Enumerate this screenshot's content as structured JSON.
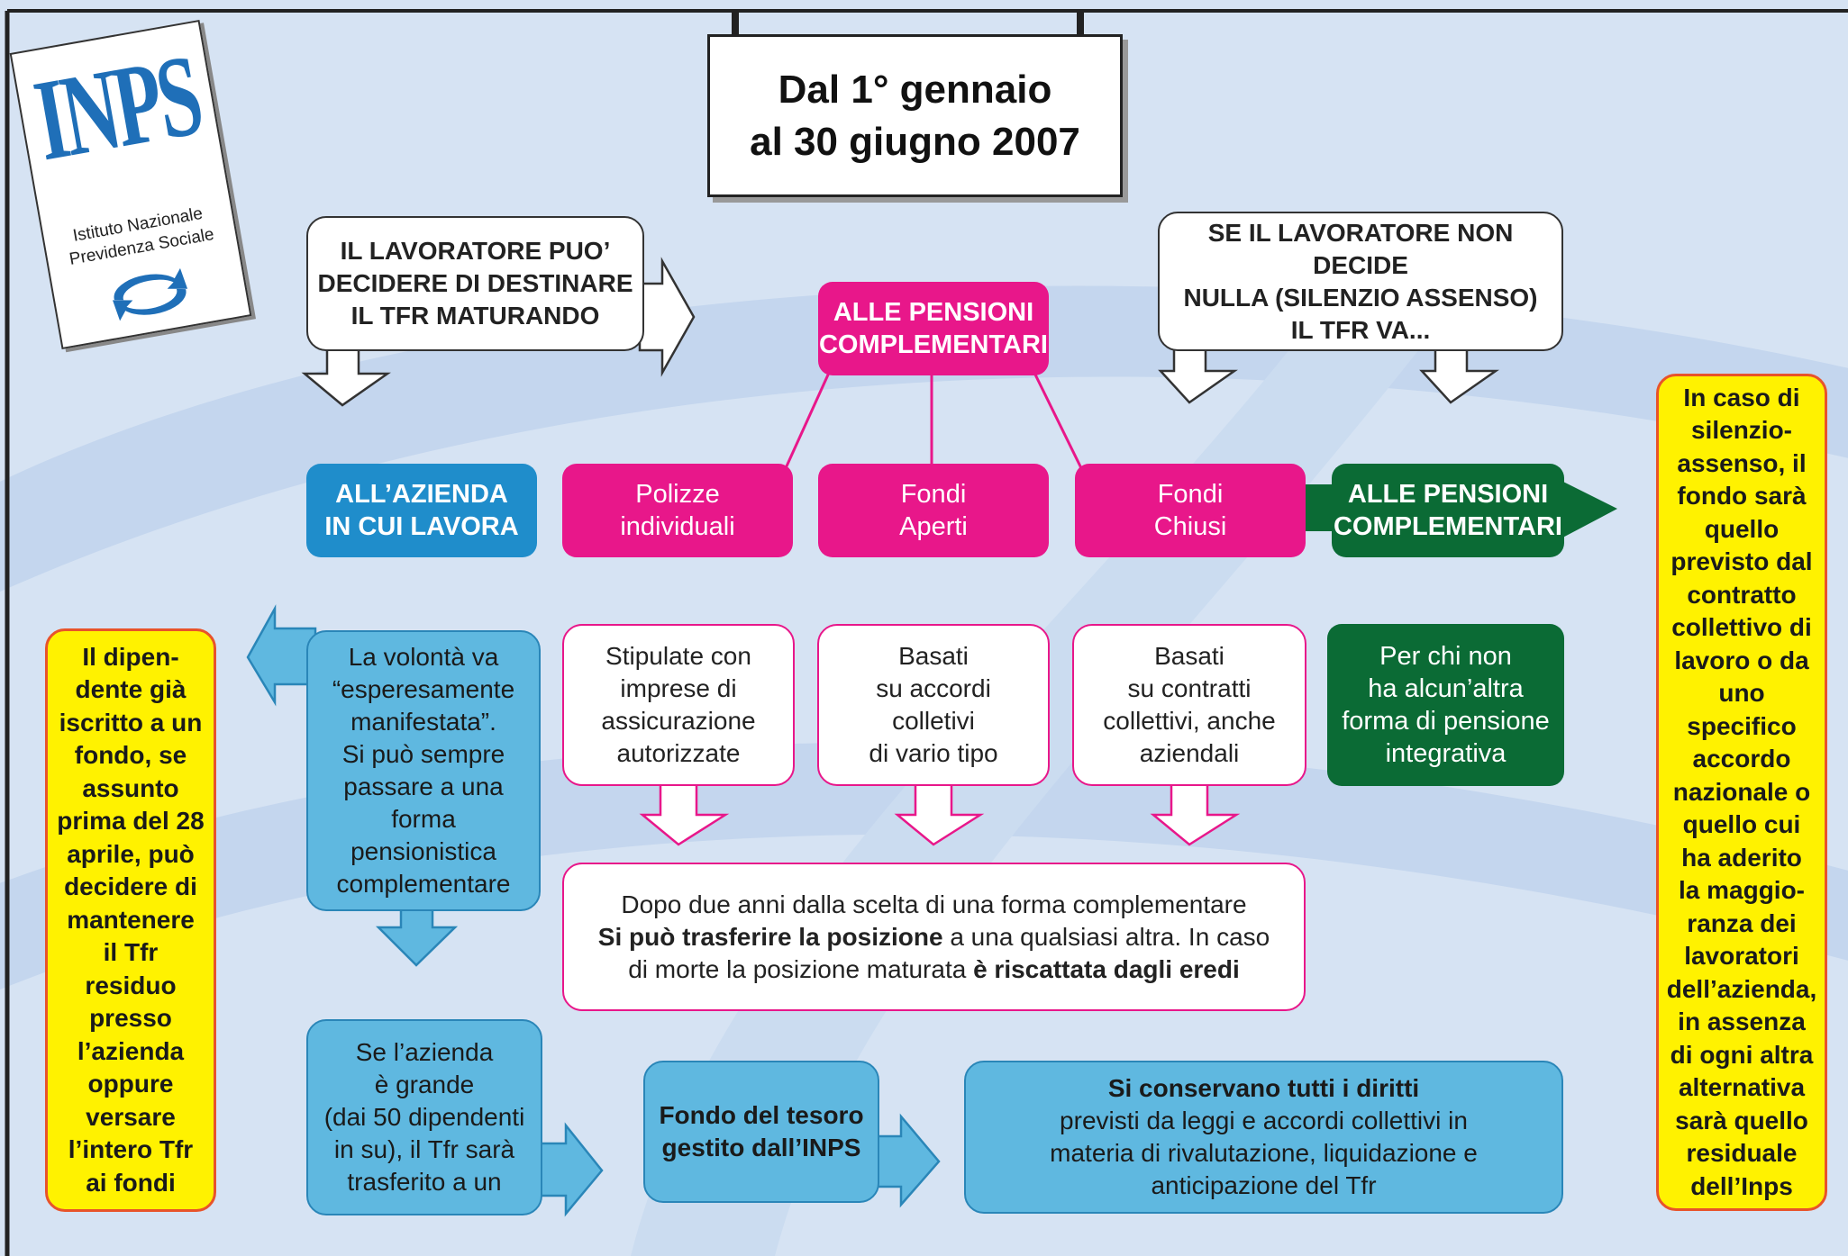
{
  "logo": {
    "name": "INPS",
    "line1": "Istituto Nazionale",
    "line2": "Previdenza Sociale"
  },
  "title": {
    "line1": "Dal 1° gennaio",
    "line2": "al 30 giugno 2007"
  },
  "speech_left": {
    "line1": "IL LAVORATORE PUO’",
    "line2": "DECIDERE DI DESTINARE",
    "line3": "IL TFR MATURANDO"
  },
  "speech_right": {
    "line1": "SE IL LAVORATORE NON DECIDE",
    "line2": "NULLA (SILENZIO ASSENSO)",
    "line3": "IL TFR VA..."
  },
  "pensioni_top": {
    "line1": "ALLE PENSIONI",
    "line2": "COMPLEMENTARI"
  },
  "row_boxes": {
    "azienda": {
      "line1": "ALL’AZIENDA",
      "line2": "IN CUI LAVORA"
    },
    "polizze": {
      "line1": "Polizze",
      "line2": "individuali"
    },
    "aperti": {
      "line1": "Fondi",
      "line2": "Aperti"
    },
    "chiusi": {
      "line1": "Fondi",
      "line2": "Chiusi"
    },
    "pensioni_green": {
      "line1": "ALLE PENSIONI",
      "line2": "COMPLEMENTARI"
    }
  },
  "details": {
    "polizze": [
      "Stipulate con",
      "imprese di",
      "assicurazione",
      "autorizzate"
    ],
    "aperti": [
      "Basati",
      "su accordi",
      "colletivi",
      "di vario tipo"
    ],
    "chiusi": [
      "Basati",
      "su contratti",
      "collettivi, anche",
      "aziendali"
    ],
    "green": [
      "Per chi non",
      "ha alcun’altra",
      "forma di pensione",
      "integrativa"
    ]
  },
  "volonta": [
    "La volontà va",
    "“esperesamente",
    "manifestata”.",
    "Si può sempre",
    "passare a una",
    "forma",
    "pensionistica",
    "complementare"
  ],
  "dopo": {
    "line1": "Dopo due anni dalla scelta di una forma complementare",
    "line2_bold": "Si può trasferire la posizione",
    "line2_rest": " a una qualsiasi altra. In caso",
    "line3_rest": "di morte la posizione maturata ",
    "line3_bold": "è riscattata dagli eredi"
  },
  "se_azienda": [
    "Se l’azienda",
    "è grande",
    "(dai 50 dipendenti",
    "in su), il Tfr sarà",
    "trasferito a un"
  ],
  "fondo_tesoro": {
    "line1": "Fondo del tesoro",
    "line2": "gestito dall’INPS"
  },
  "diritti": {
    "line1": "Si conservano tutti i diritti",
    "line2": "previsti da leggi e accordi collettivi in",
    "line3": "materia di rivalutazione, liquidazione e",
    "line4": "anticipazione del Tfr"
  },
  "yellow_left": [
    "Il dipen-",
    "dente già",
    "iscritto a un",
    "fondo, se",
    "assunto",
    "prima del 28",
    "aprile, può",
    "decidere di",
    "mantenere",
    "il Tfr",
    "residuo",
    "presso",
    "l’azienda",
    "oppure",
    "versare",
    "l’intero Tfr",
    "ai fondi"
  ],
  "yellow_right": [
    "In caso di",
    "silenzio-",
    "assenso, il",
    "fondo sarà",
    "quello",
    "previsto dal",
    "contratto",
    "collettivo di",
    "lavoro o da",
    "uno",
    "specifico",
    "accordo",
    "nazionale o",
    "quello cui",
    "ha aderito",
    "la maggio-",
    "ranza dei",
    "lavoratori",
    "dell’azienda,",
    "in assenza",
    "di ogni altra",
    "alternativa",
    "sarà quello",
    "residuale",
    "dell’Inps"
  ],
  "colors": {
    "magenta": "#e8178a",
    "blue": "#1f8dcb",
    "light_blue": "#5fb8e0",
    "green": "#0b6b35",
    "yellow": "#fff200",
    "background": "#d6e3f3"
  }
}
